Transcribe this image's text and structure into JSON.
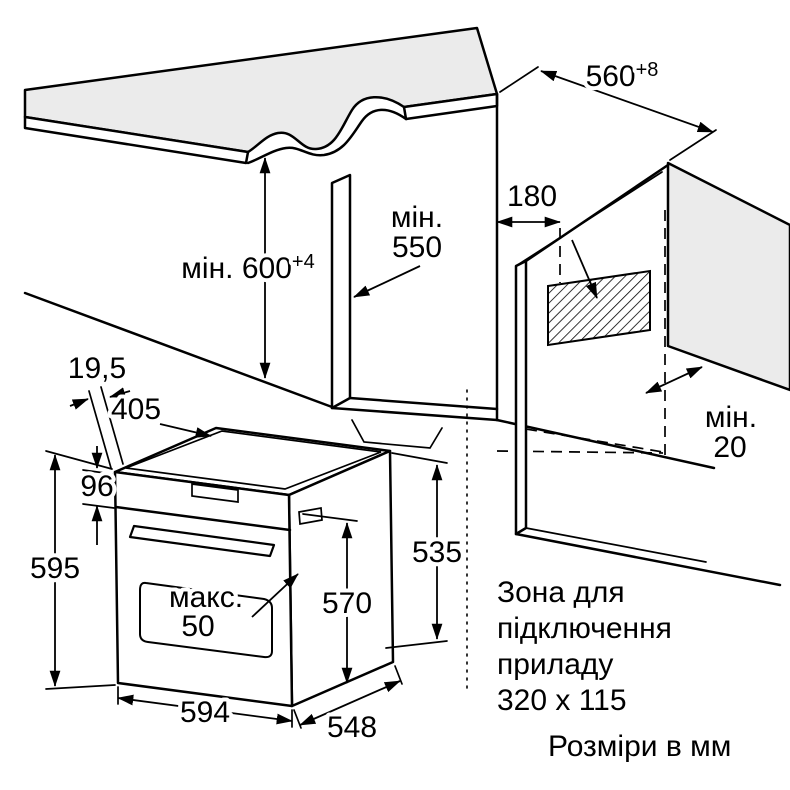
{
  "note": {
    "units": "Розміри в мм"
  },
  "zone": {
    "l1": "Зона для",
    "l2": "підключення",
    "l3": "приладу",
    "l4": "320 x 115"
  },
  "dims": {
    "niche_depth": {
      "value": "560",
      "sup": "+8"
    },
    "niche_height": {
      "value": "мін. 600",
      "sup": "+4"
    },
    "min550": {
      "l1": "мін.",
      "l2": "550"
    },
    "offset180": "180",
    "min20": {
      "l1": "мін.",
      "l2": "20"
    },
    "overhang": "19,5",
    "top405": "405",
    "panel96": "96",
    "h595": "595",
    "h535": "535",
    "d570": "570",
    "max50": {
      "l1": "макс.",
      "l2": "50"
    },
    "w594": "594",
    "d548": "548"
  }
}
